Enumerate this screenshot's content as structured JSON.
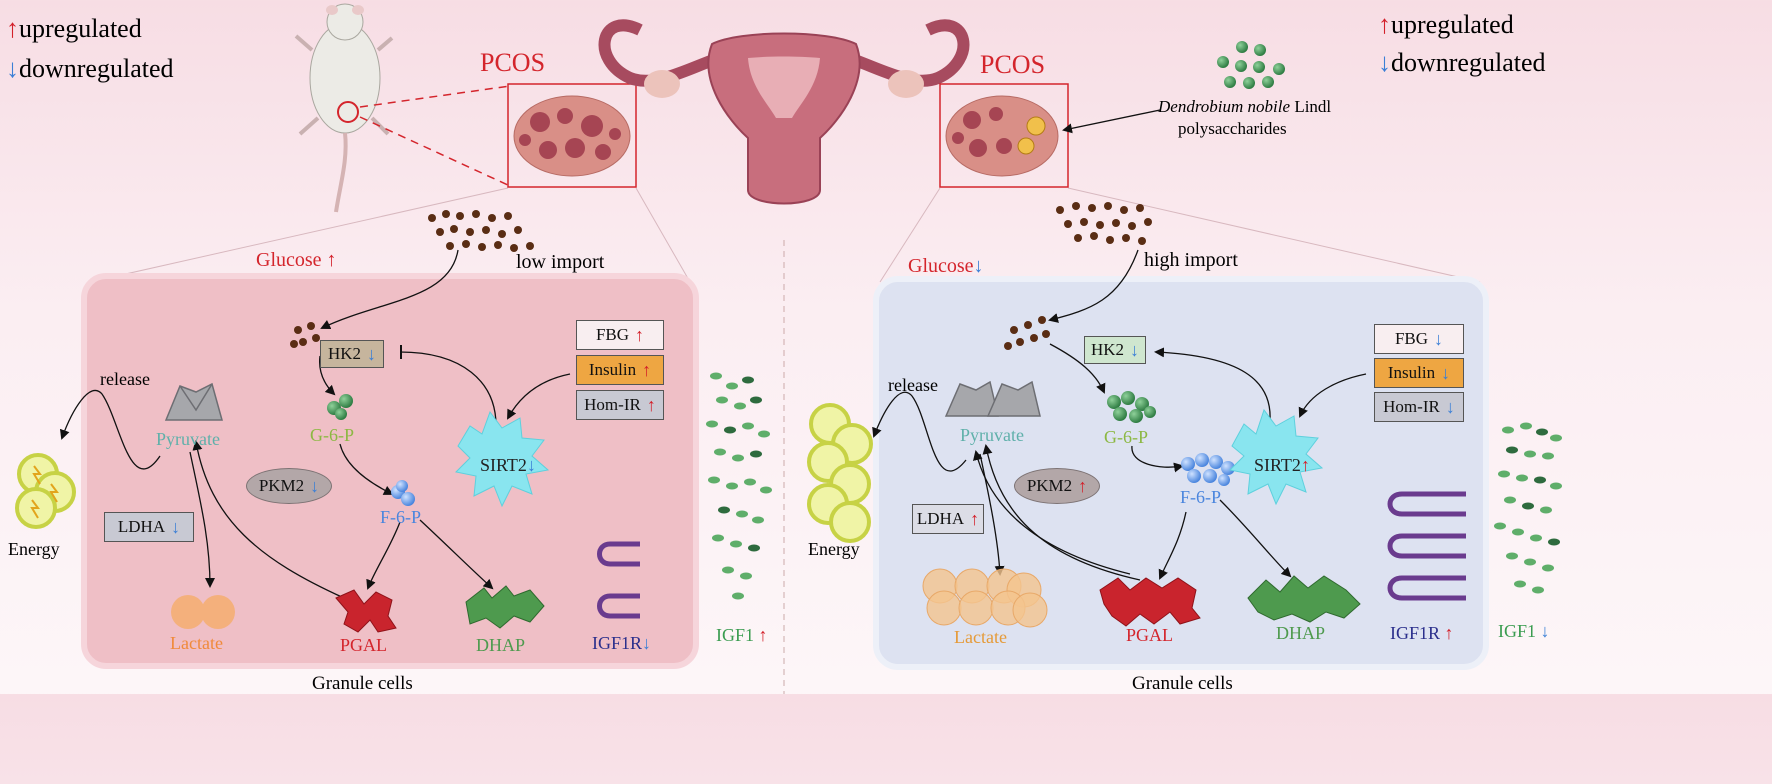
{
  "legend": {
    "upregulated": "upregulated",
    "downregulated": "downregulated",
    "up_arrow": "↑",
    "down_arrow": "↓"
  },
  "colors": {
    "up_arrow": "#d3202a",
    "down_arrow": "#3b7fd6",
    "pcos_label": "#d4252c",
    "left_panel": "#f0bcc3",
    "right_panel": "#dfe3f1",
    "glucose": "#5a2d14",
    "igf1": "#3a8c50"
  },
  "pcos_left": "PCOS",
  "pcos_right": "PCOS",
  "drug": {
    "name_italic": "Dendrobium nobile",
    "name_rest": " Lindl",
    "line2": "polysaccharides"
  },
  "left": {
    "glucose": "Glucose",
    "import": "low import",
    "release": "release",
    "energy": "Energy",
    "hk2": "HK2",
    "g6p": "G-6-P",
    "f6p": "F-6-P",
    "pkm2": "PKM2",
    "pyruvate": "Pyruvate",
    "ldha": "LDHA",
    "lactate": "Lactate",
    "pgal": "PGAL",
    "dhap": "DHAP",
    "sirt2": "SIRT2",
    "fbg": "FBG",
    "insulin": "Insulin",
    "homir": "Hom-IR",
    "igf1r": "IGF1R",
    "igf1": "IGF1",
    "caption": "Granule cells"
  },
  "right": {
    "glucose": "Glucose",
    "import": "high import",
    "release": "release",
    "energy": "Energy",
    "hk2": "HK2",
    "g6p": "G-6-P",
    "f6p": "F-6-P",
    "pkm2": "PKM2",
    "pyruvate": "Pyruvate",
    "ldha": "LDHA",
    "lactate": "Lactate",
    "pgal": "PGAL",
    "dhap": "DHAP",
    "sirt2": "SIRT2",
    "fbg": "FBG",
    "insulin": "Insulin",
    "homir": "Hom-IR",
    "igf1r": "IGF1R",
    "igf1": "IGF1",
    "caption": "Granule cells"
  },
  "icons": [
    "rat-icon",
    "ovary-icon",
    "uterus-icon",
    "polysaccharide-beads-icon",
    "glucose-particles-icon",
    "pyruvate-molecule-icon",
    "energy-cells-icon",
    "lactate-icon",
    "pgal-icon",
    "dhap-icon",
    "sirt2-icon",
    "igf1r-receptor-icon",
    "igf1-particles-icon"
  ]
}
